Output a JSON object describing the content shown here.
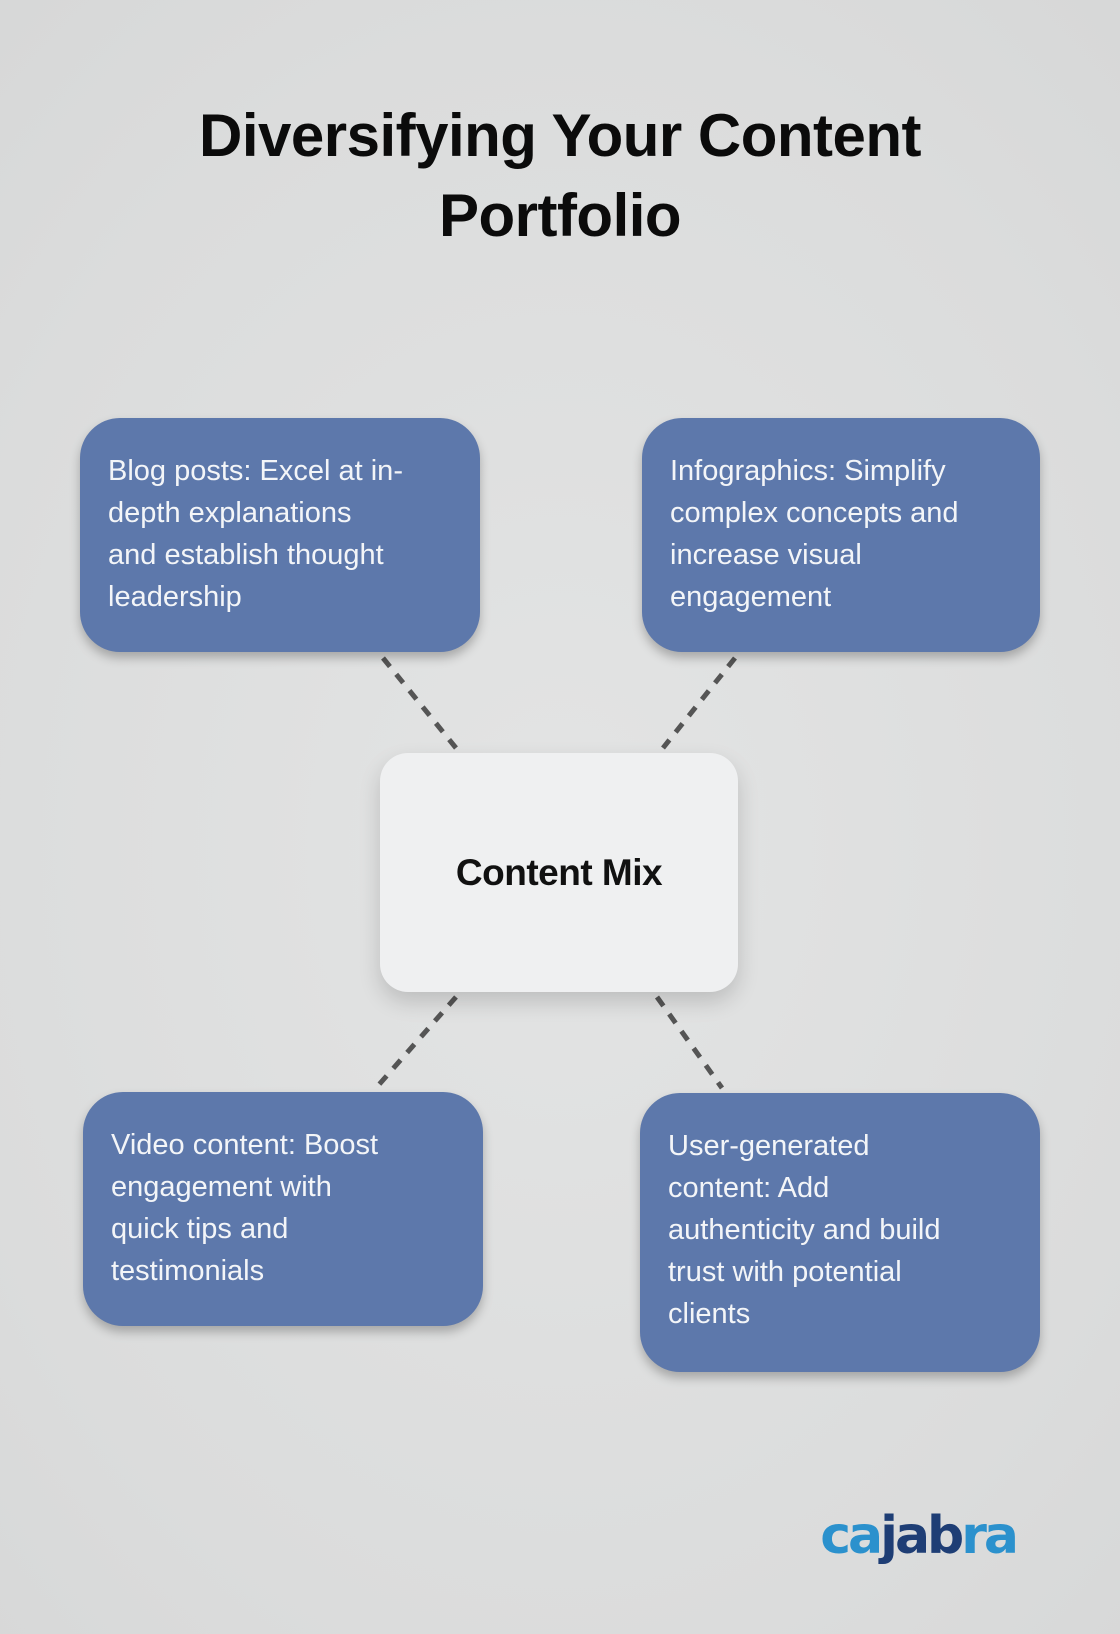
{
  "title": {
    "lines": [
      "Diversifying Your Content",
      "Portfolio"
    ]
  },
  "center_node": {
    "label": "Content Mix"
  },
  "nodes": [
    {
      "id": "blog-posts",
      "lines": [
        "Blog posts: Excel at in-",
        "depth explanations",
        "and establish thought",
        "leadership"
      ]
    },
    {
      "id": "infographics",
      "lines": [
        "Infographics: Simplify",
        "complex concepts and",
        "increase visual",
        "engagement"
      ]
    },
    {
      "id": "video-content",
      "lines": [
        "Video content: Boost",
        "engagement with",
        "quick tips and",
        "testimonials"
      ]
    },
    {
      "id": "user-generated-content",
      "lines": [
        "User-generated",
        "content: Add",
        "authenticity and build",
        "trust with potential",
        "clients"
      ]
    }
  ],
  "logo": {
    "name": "cajabra",
    "segments": [
      {
        "text": "ca",
        "tone": "light"
      },
      {
        "text": "jab",
        "tone": "dark"
      },
      {
        "text": "ra",
        "tone": "light"
      }
    ]
  },
  "colors": {
    "background_light": "#e3e4e4",
    "background_mid": "#dbdcdc",
    "background_dark": "#d5d6d6",
    "title_text": "#0b0b0b",
    "node_fill": "#5d78ab",
    "node_text": "#f3f5f8",
    "center_fill": "#eff0f1",
    "center_text": "#111111",
    "connector": "#555555",
    "logo_light_blue": "#2b91cd",
    "logo_dark_navy": "#1e3e75"
  }
}
